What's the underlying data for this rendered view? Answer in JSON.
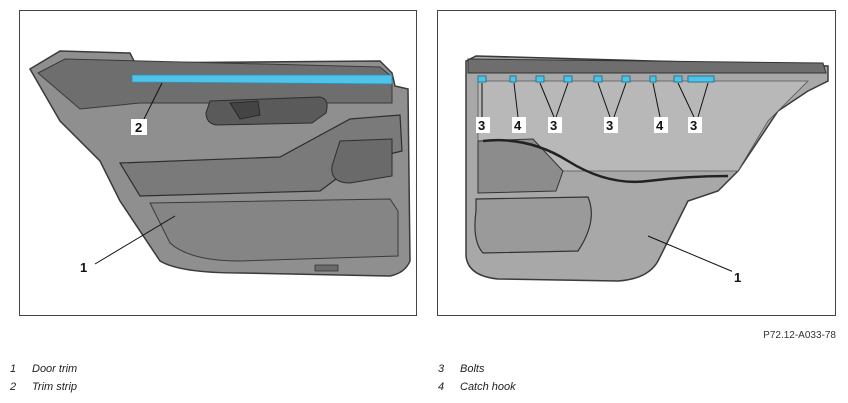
{
  "figure_ref": "P72.12-A033-78",
  "callouts": {
    "left": {
      "door_trim": "1",
      "trim_strip": "2"
    },
    "right": {
      "bolts_a": "3",
      "catch_a": "4",
      "bolts_b": "3",
      "bolts_c": "3",
      "catch_b": "4",
      "bolts_d": "3",
      "door_trim": "1"
    }
  },
  "legend": [
    {
      "num": "1",
      "label": "Door trim"
    },
    {
      "num": "2",
      "label": "Trim strip"
    },
    {
      "num": "3",
      "label": "Bolts"
    },
    {
      "num": "4",
      "label": "Catch hook"
    }
  ],
  "colors": {
    "trim_body": "#8a8a8a",
    "trim_dark": "#5c5c5c",
    "highlight": "#4fc3e8",
    "frame": "#444444"
  }
}
